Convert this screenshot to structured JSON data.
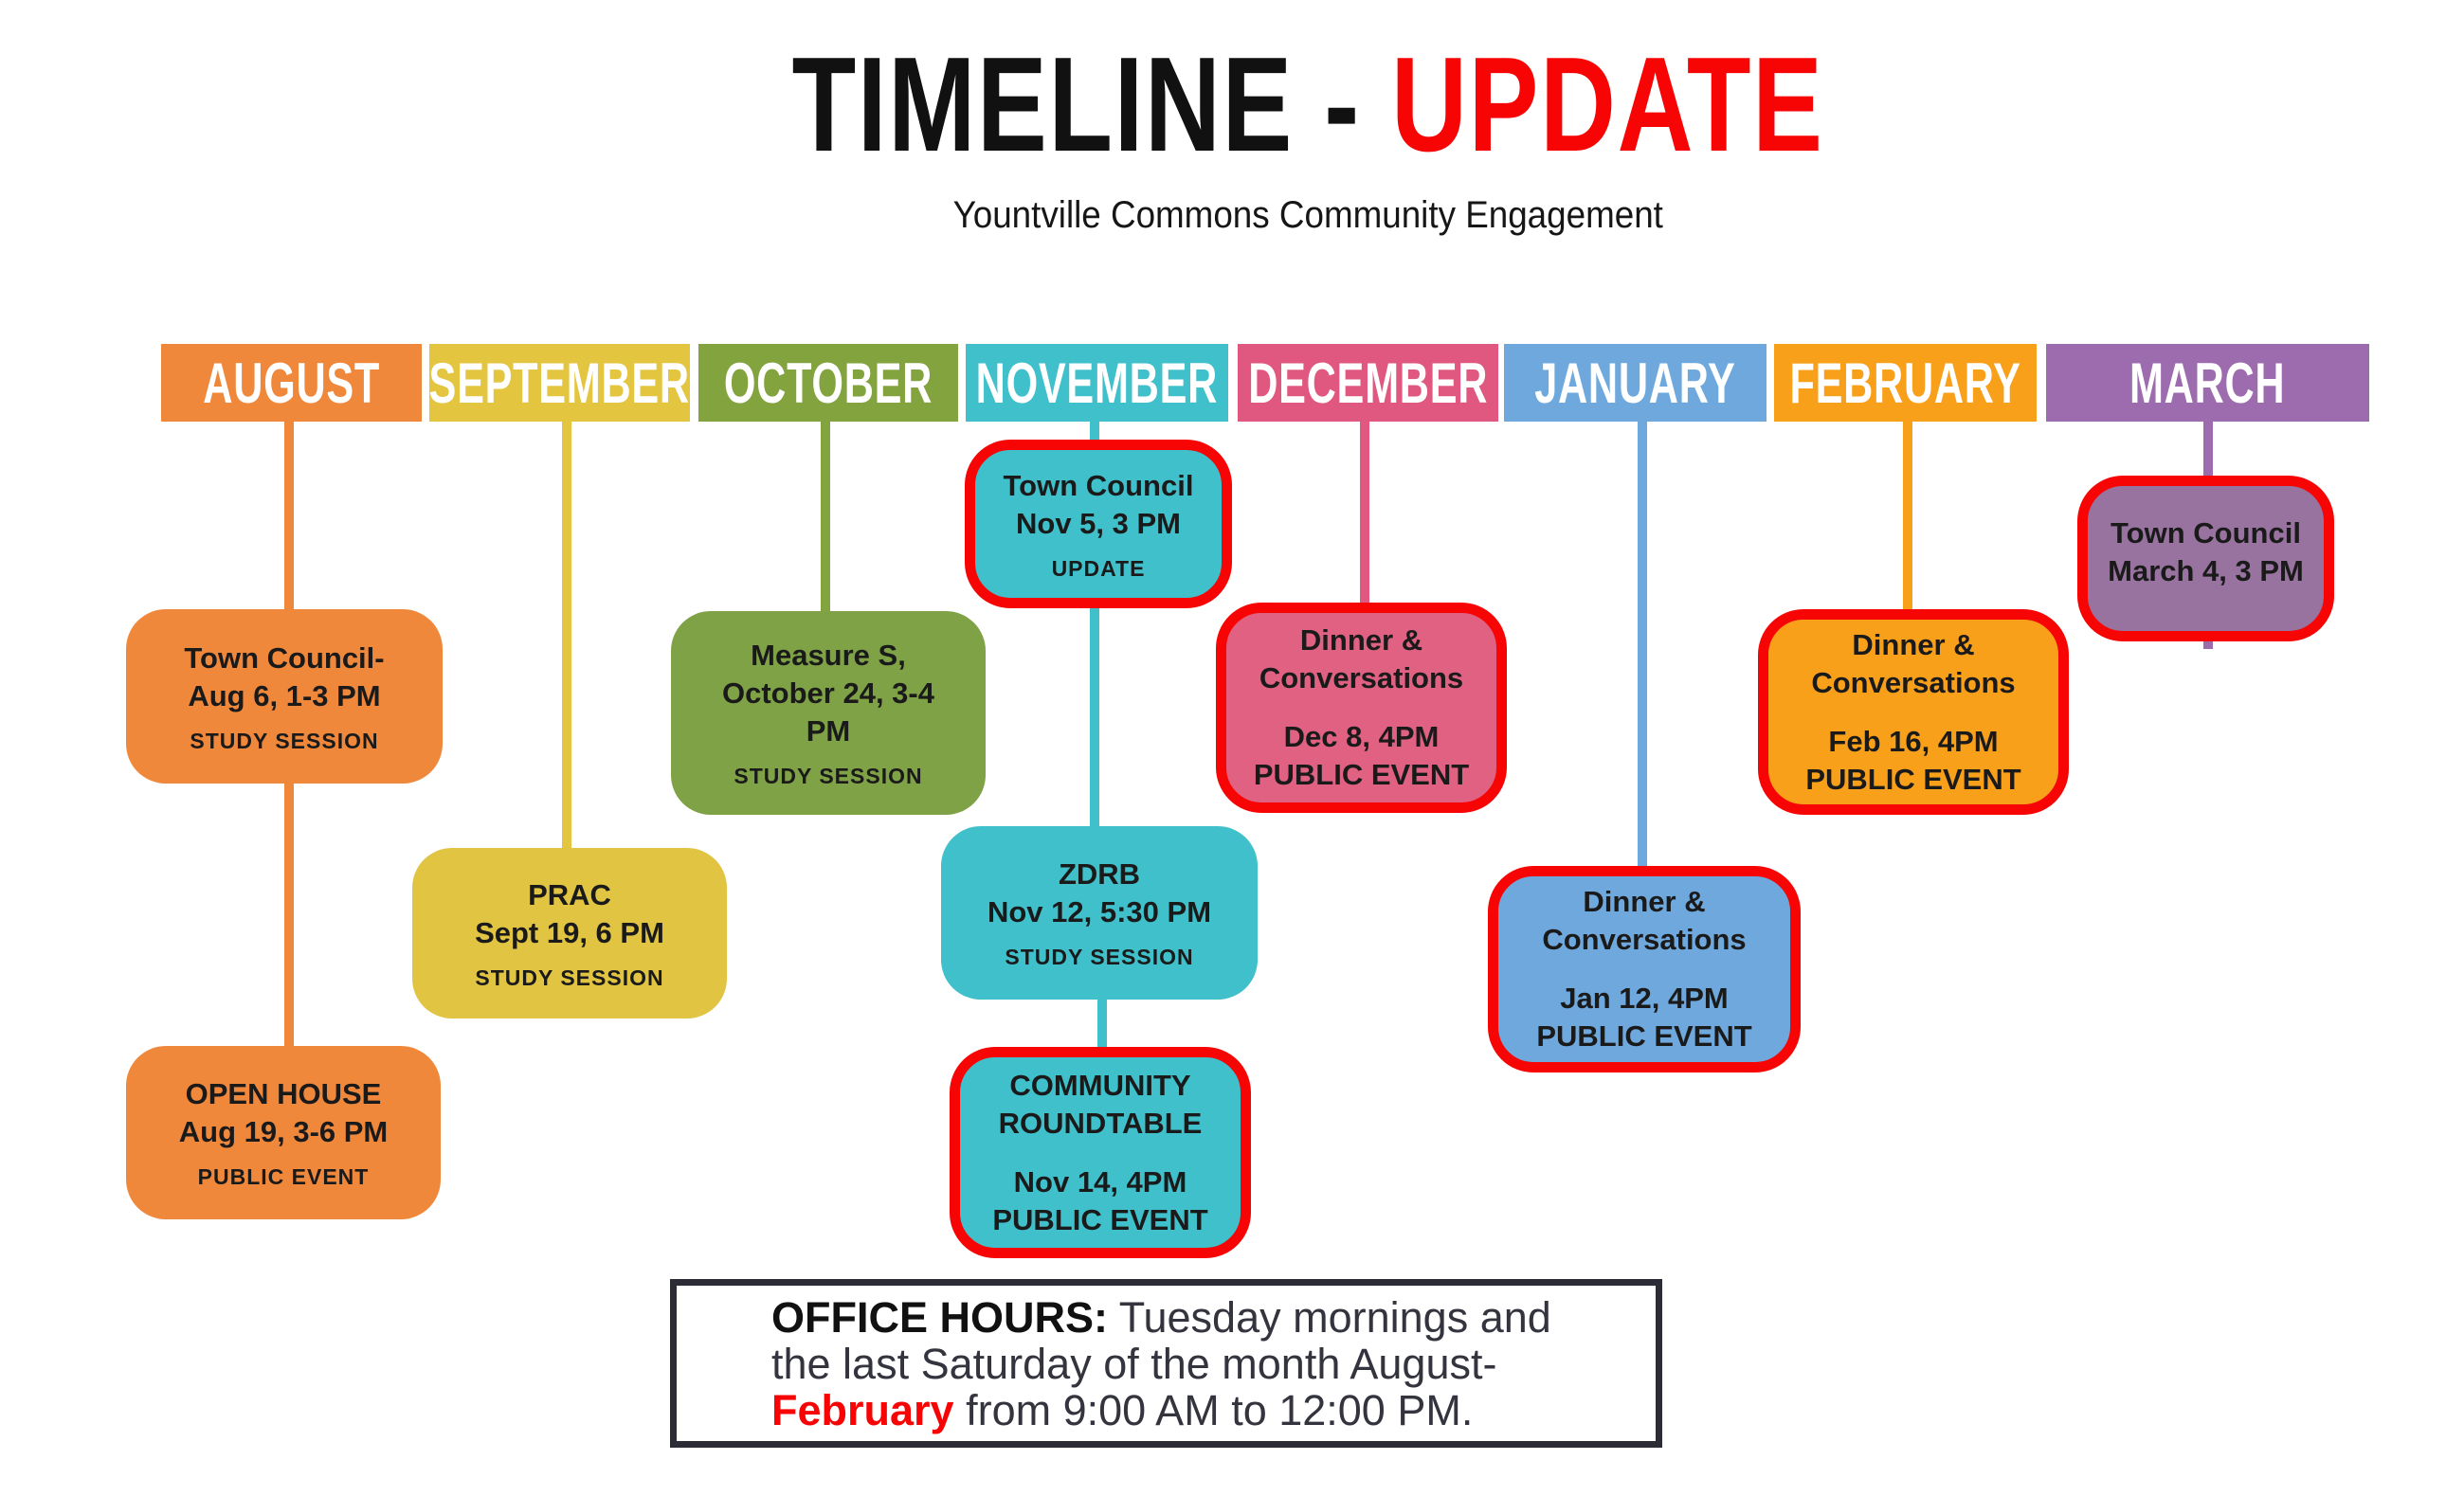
{
  "title": {
    "main": "TIMELINE - ",
    "highlight": "UPDATE",
    "subtitle": "Yountville Commons Community Engagement"
  },
  "months": [
    {
      "label": "AUGUST",
      "color": "#F0883C"
    },
    {
      "label": "SEPTEMBER",
      "color": "#E4C53F"
    },
    {
      "label": "OCTOBER",
      "color": "#82A33D"
    },
    {
      "label": "NOVEMBER",
      "color": "#3FC0CB"
    },
    {
      "label": "DECEMBER",
      "color": "#E0587F"
    },
    {
      "label": "JANUARY",
      "color": "#6FA8DC"
    },
    {
      "label": "FEBRUARY",
      "color": "#F9A01B"
    },
    {
      "label": "MARCH",
      "color": "#9C6CAE"
    }
  ],
  "events": {
    "tc_aug": {
      "title": "Town Council-\nAug 6, 1-3 PM",
      "tag": "STUDY SESSION"
    },
    "open_house": {
      "title": "OPEN HOUSE\nAug 19, 3-6 PM",
      "tag": "PUBLIC EVENT"
    },
    "prac": {
      "title": "PRAC\nSept 19, 6 PM",
      "tag": "STUDY SESSION"
    },
    "measure_s": {
      "title": "Measure S,\nOctober 24, 3-4\nPM",
      "tag": "STUDY SESSION"
    },
    "tc_nov": {
      "title": "Town Council\nNov 5, 3 PM",
      "tag": "UPDATE"
    },
    "zdrb": {
      "title": "ZDRB\nNov 12, 5:30 PM",
      "tag": "STUDY SESSION"
    },
    "roundtable": {
      "title": "COMMUNITY\nROUNDTABLE",
      "tag": "Nov 14, 4PM\nPUBLIC EVENT"
    },
    "dinner_dec": {
      "title": "Dinner &\nConversations",
      "tag": "Dec 8, 4PM\nPUBLIC EVENT"
    },
    "dinner_jan": {
      "title": "Dinner &\nConversations",
      "tag": "Jan 12, 4PM\nPUBLIC EVENT"
    },
    "dinner_feb": {
      "title": "Dinner &\nConversations",
      "tag": "Feb 16, 4PM\nPUBLIC EVENT"
    },
    "tc_mar": {
      "title": "Town Council\nMarch 4, 3 PM"
    }
  },
  "office": {
    "label": "OFFICE HOURS:",
    "line1_rest": " Tuesday mornings and",
    "line2": "the last Saturday of the month August-",
    "highlight": "February",
    "line3_rest": " from 9:00 AM to 12:00 PM."
  },
  "colors": {
    "background": "#FFFFFF",
    "title_text": "#111111",
    "accent_red": "#F70505",
    "event_text": "#1A1A1A",
    "red_event_border": "#F70505",
    "office_border": "#2B2C36",
    "office_text": "#33343E",
    "december_box_pink": "#E06182",
    "march_box_purple": "#98739F",
    "september_box_yellow": "#E2C443",
    "october_box_green": "#7FA246"
  }
}
